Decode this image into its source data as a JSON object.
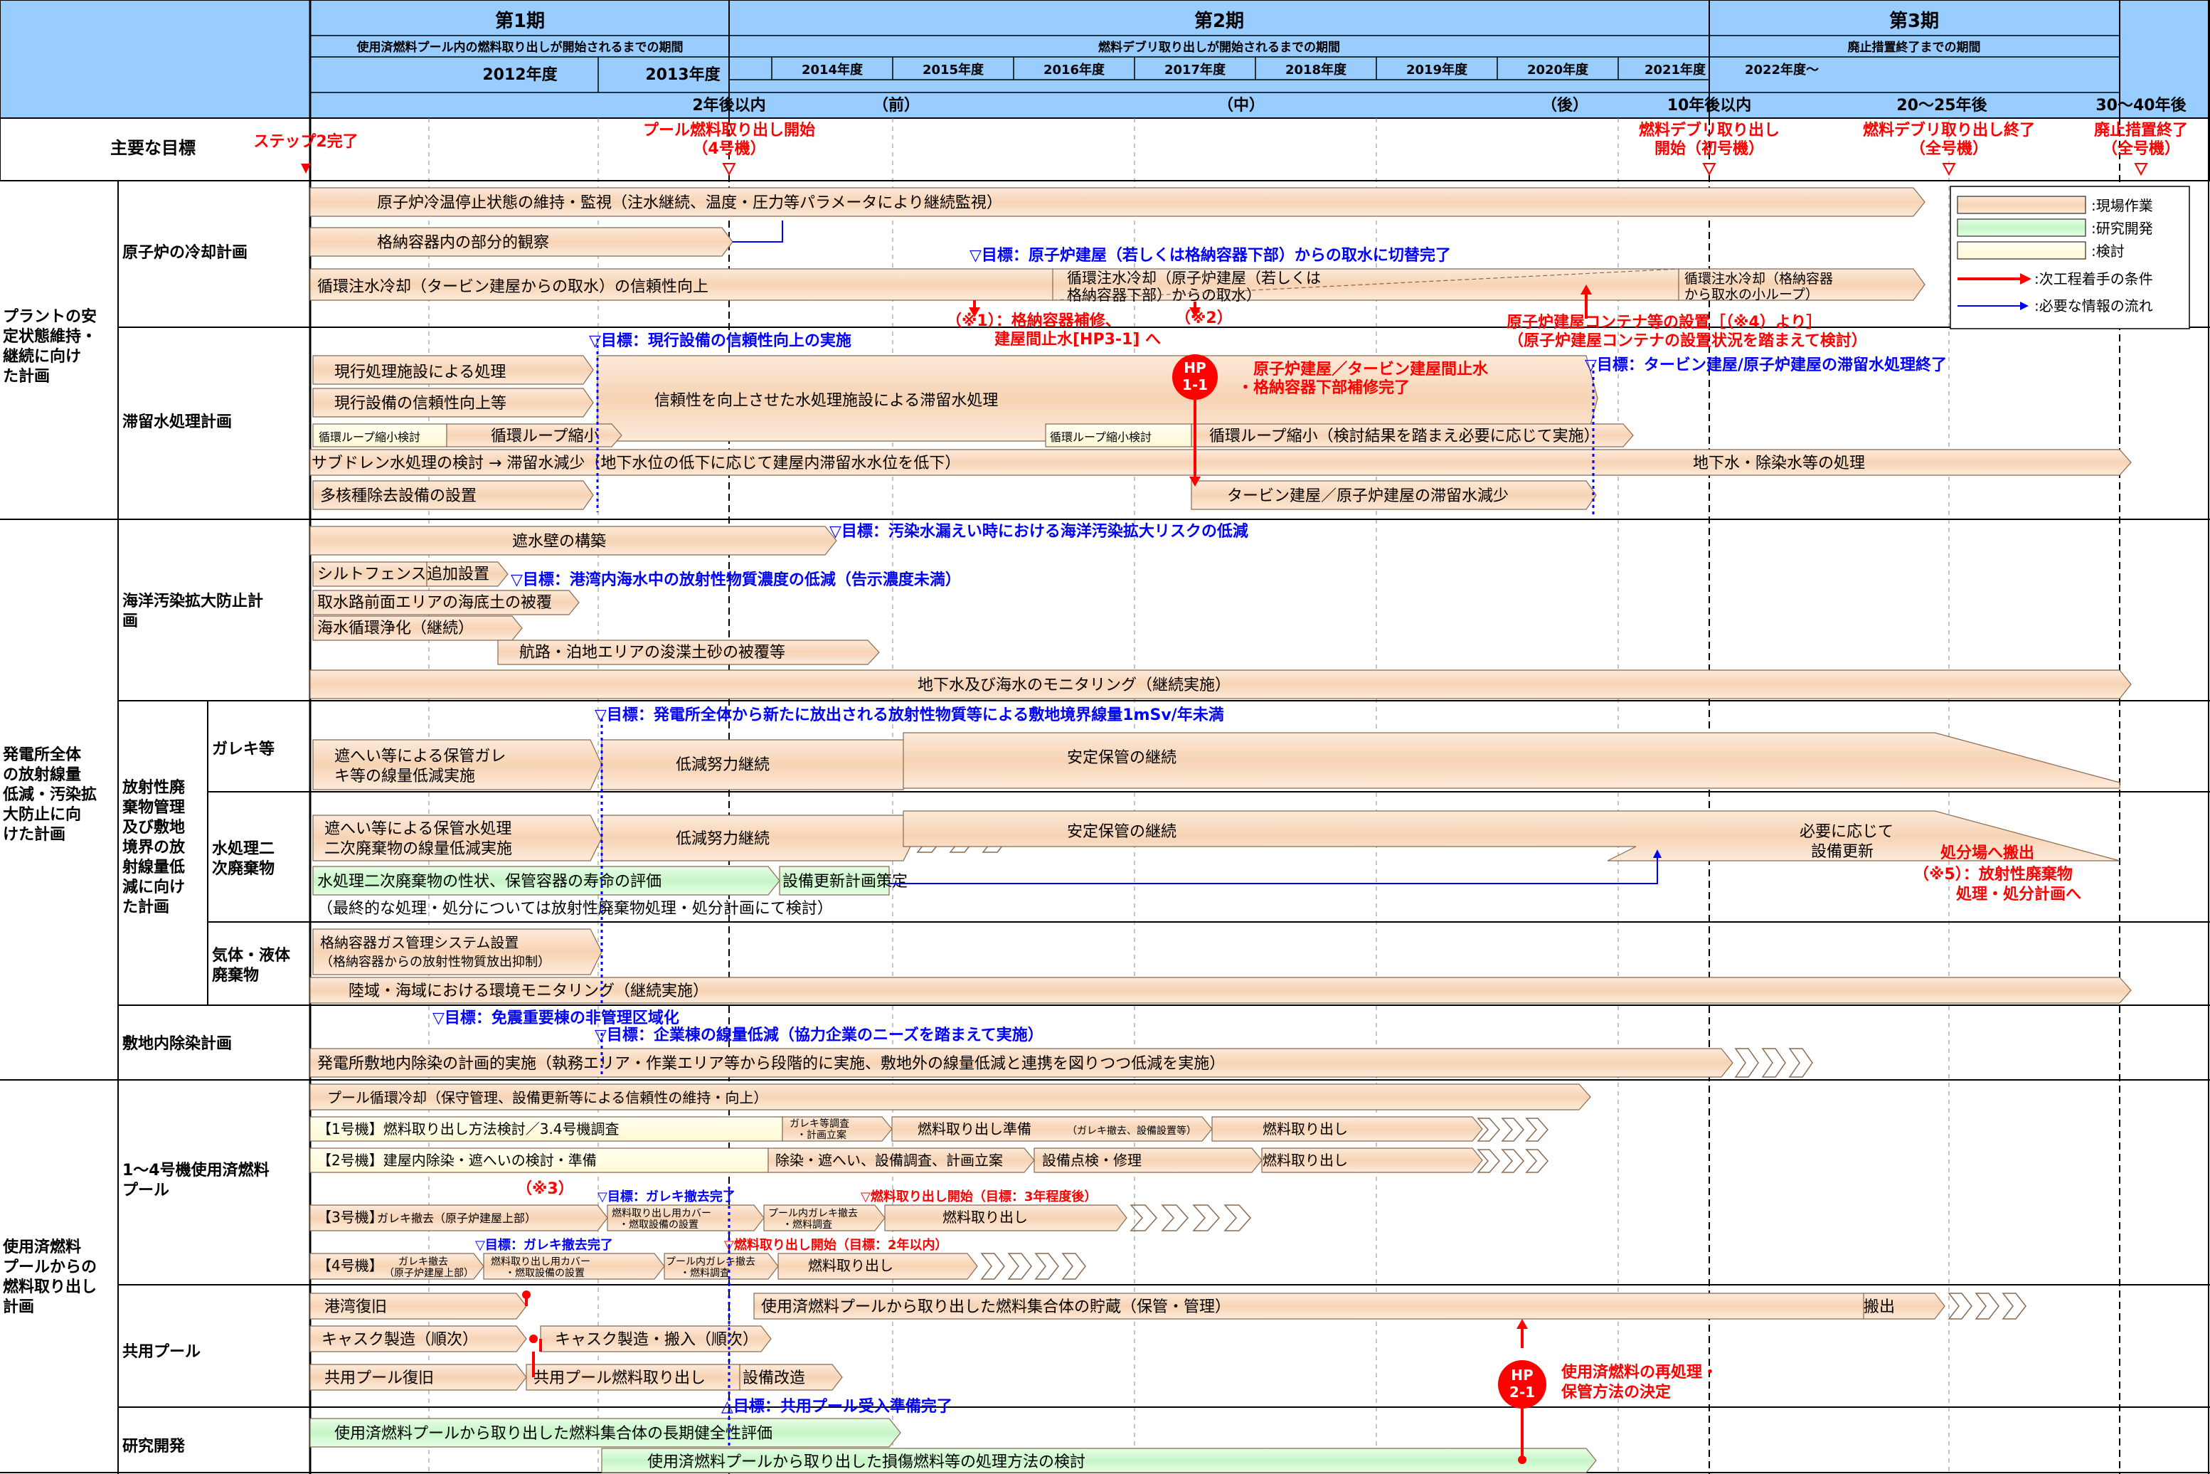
{
  "phases": [
    {
      "label": "第1期",
      "desc": "使用済燃料プール内の燃料取り出しが開始されるまでの期間"
    },
    {
      "label": "第2期",
      "desc": "燃料デブリ取り出しが開始されるまでの期間"
    },
    {
      "label": "第3期",
      "desc": "廃止措置終了までの期間"
    }
  ],
  "years": {
    "y2012": "2012年度",
    "y2013": "2013年度",
    "y2014": "2014年度",
    "y2015": "2015年度",
    "y2016": "2016年度",
    "y2017": "2017年度",
    "y2018": "2018年度",
    "y2019": "2019年度",
    "y2020": "2020年度",
    "y2021": "2021年度",
    "y2022": "2022年度～"
  },
  "timeline": {
    "within2": "2年後以内",
    "early": "（前）",
    "mid": "（中）",
    "late": "（後）",
    "within10": "10年後以内",
    "y20_25": "20～25年後",
    "y30_40": "30～40年後"
  },
  "milestones": {
    "header": "主要な目標",
    "step2": "ステップ2完了",
    "pool_start_1": "プール燃料取り出し開始",
    "pool_start_2": "（4号機）",
    "debris_start_1": "燃料デブリ取り出し",
    "debris_start_2": "開始（初号機）",
    "pool_end_1": "燃料デブリ取り出し終了",
    "pool_end_2": "（全号機）",
    "decom_end_1": "廃止措置終了",
    "decom_end_2": "（全号機）"
  },
  "legend": {
    "field": ":現場作業",
    "rd": ":研究開発",
    "review": ":検討",
    "condition": ":次工程着手の条件",
    "info": ":必要な情報の流れ"
  },
  "categories": {
    "plant_1": "プラントの安",
    "plant_2": "定状態維持・",
    "plant_3": "継続に向け",
    "plant_4": "た計画",
    "rad_1": "発電所全体",
    "rad_2": "の放射線量",
    "rad_3": "低減・汚染拡",
    "rad_4": "大防止に向",
    "rad_5": "けた計画",
    "pool_1": "使用済燃料",
    "pool_2": "プールからの",
    "pool_3": "燃料取り出し",
    "pool_4": "計画"
  },
  "subcategories": {
    "cooling": "原子炉の冷却計画",
    "water": "滞留水処理計画",
    "sea_1": "海洋汚染拡大防止計",
    "sea_2": "画",
    "waste_1": "放射性廃",
    "waste_2": "棄物管理",
    "waste_3": "及び敷地",
    "waste_4": "境界の放",
    "waste_5": "射線量低",
    "waste_6": "減に向け",
    "waste_7": "た計画",
    "rubble": "ガレキ等",
    "sec_1": "水処理二",
    "sec_2": "次廃棄物",
    "gas_1": "気体・液体",
    "gas_2": "廃棄物",
    "decon": "敷地内除染計画",
    "units_1": "1～4号機使用済燃料",
    "units_2": "プール",
    "common": "共用プール",
    "research": "研究開発"
  },
  "bars": {
    "b1": "原子炉冷温停止状態の維持・監視（注水継続、温度・圧力等パラメータにより継続監視）",
    "b2": "格納容器内の部分的観察",
    "b3": "循環注水冷却（タービン建屋からの取水）の信頼性向上",
    "b4a": "循環注水冷却（原子炉建屋（若しくは",
    "b4b": "格納容器下部）からの取水）",
    "b5a": "循環注水冷却（格納容器",
    "b5b": "から取水の小ループ）",
    "w1": "現行処理施設による処理",
    "w2": "現行設備の信頼性向上等",
    "w3": "信頼性を向上させた水処理施設による滞留水処理",
    "w4a": "循環ループ縮小検討",
    "w4b": "循環ループ縮小",
    "w5a": "循環ループ縮小検討",
    "w5b": "循環ループ縮小（検討結果を踏まえ必要に応じて実施）",
    "w6": "サブドレン水処理の検討 → 滞留水減少（地下水位の低下に応じて建屋内滞留水水位を低下）",
    "w7": "地下水・除染水等の処理",
    "w8": "多核種除去設備の設置",
    "w9": "タービン建屋／原子炉建屋の滞留水減少",
    "s1": "遮水壁の構築",
    "s2a": "シルトフェンス",
    "s2b": "追加設置",
    "s3": "取水路前面エリアの海底土の被覆",
    "s4": "海水循環浄化（継続）",
    "s5": "航路・泊地エリアの浚渫土砂の被覆等",
    "s6": "地下水及び海水のモニタリング（継続実施）",
    "r1a": "遮へい等による保管ガレ",
    "r1b": "キ等の線量低減実施",
    "r2": "低減努力継続",
    "r3": "安定保管の継続",
    "t1a": "遮へい等による保管水処理",
    "t1b": "二次廃棄物の線量低減実施",
    "t2": "低減努力継続",
    "t3": "安定保管の継続",
    "t4a": "必要に応じて",
    "t4b": "設備更新",
    "t5": "水処理二次廃棄物の性状、保管容器の寿命の評価",
    "t6": "設備更新計画策定",
    "t7": "（最終的な処理・処分については放射性廃棄物処理・処分計画にて検討）",
    "t8": "処分場へ搬出",
    "t9a": "（※5）：放射性廃棄物",
    "t9b": "処理・処分計画へ",
    "g1a": "格納容器ガス管理システム設置",
    "g1b": "（格納容器からの放射性物質放出抑制）",
    "g2": "陸域・海域における環境モニタリング（継続実施）",
    "d1": "発電所敷地内除染の計画的実施（執務エリア・作業エリア等から段階的に実施、敷地外の線量低減と連携を図りつつ低減を実施）",
    "p1": "プール循環冷却（保守管理、設備更新等による信頼性の維持・向上）",
    "p2a": "【1号機】燃料取り出し方法検討／3.4号機調査",
    "p2b": "ガレキ等調査",
    "p2c": "・計画立案",
    "p2d": "燃料取り出し準備",
    "p2e": "（ガレキ撤去、設備設置等）",
    "p2f": "燃料取り出し",
    "p3a": "【2号機】建屋内除染・遮へいの検討・準備",
    "p3b": "除染・遮へい、設備調査、計画立案",
    "p3c": "設備点検・修理",
    "p3d": "燃料取り出し",
    "p4a": "【3号機】",
    "p4b": "ガレキ撤去（原子炉建屋上部）",
    "p4c": "燃料取り出し用カバー",
    "p4d": "・燃取設備の設置",
    "p4e": "プール内ガレキ撤去",
    "p4f": "・燃料調査",
    "p4g": "燃料取り出し",
    "p5a": "【4号機】",
    "p5b": "ガレキ撤去",
    "p5c": "（原子炉建屋上部）",
    "p5d": "燃料取り出し用カバー",
    "p5e": "・燃取設備の設置",
    "p5f": "プール内ガレキ撤去",
    "p5g": "・燃料調査",
    "p5h": "燃料取り出し",
    "c1": "港湾復旧",
    "c2": "使用済燃料プールから取り出した燃料集合体の貯蔵（保管・管理）",
    "c3": "搬出",
    "c4": "キャスク製造（順次）",
    "c5": "キャスク製造・搬入（順次）",
    "c6": "共用プール復旧",
    "c7": "共用プール燃料取り出し",
    "c8": "設備改造",
    "e1": "使用済燃料プールから取り出した燃料集合体の長期健全性評価",
    "e2": "使用済燃料プールから取り出した損傷燃料等の処理方法の検討"
  },
  "goals": {
    "g_cool": "▽目標：原子炉建屋（若しくは格納容器下部）からの取水に切替完了",
    "g_cur": "▽目標：現行設備の信頼性向上の実施",
    "g_turb": "▽目標：タービン建屋/原子炉建屋の滞留水処理終了",
    "g_sea1": "▽目標：汚染水漏えい時における海洋汚染拡大リスクの低減",
    "g_sea2": "▽目標：港湾内海水中の放射性物質濃度の低減（告示濃度未満）",
    "g_rad": "▽目標：発電所全体から新たに放出される放射性物質等による敷地境界線量1mSv/年未満",
    "g_quake": "▽目標：免震重要棟の非管理区域化",
    "g_corp": "▽目標：企業棟の線量低減（協力企業のニーズを踏まえて実施）",
    "g_3r": "▽目標：ガレキ撤去完了",
    "g_3f": "▽燃料取り出し開始（目標：3年程度後）",
    "g_4r": "▽目標：ガレキ撤去完了",
    "g_4f": "▽燃料取り出し開始（目標：2年以内）",
    "g_cp": "△目標：共用プール受入準備完了"
  },
  "notes": {
    "n1a": "（※1）：格納容器補修、",
    "n1b": "建屋間止水[HP3-1] へ",
    "n2": "（※2）",
    "n3": "（※3）",
    "n4a": "原子炉建屋コンテナ等の設置［（※4）より］",
    "n4b": "（原子炉建屋コンテナの設置状況を踏まえて検討）",
    "hp11_1": "原子炉建屋／タービン建屋間止水",
    "hp11_2": "・格納容器下部補修完了",
    "hp21_1": "使用済燃料の再処理・",
    "hp21_2": "保管方法の決定"
  },
  "hold_points": {
    "hp1a": "HP",
    "hp1b": "1-1",
    "hp2a": "HP",
    "hp2b": "2-1"
  },
  "colors": {
    "header_bg": "#99CCFF",
    "field_work": "#F9D9BF",
    "rd": "#CCFFCC",
    "review": "#FFFFE0",
    "milestone_red": "#FF0000",
    "goal_blue": "#0000FF"
  }
}
